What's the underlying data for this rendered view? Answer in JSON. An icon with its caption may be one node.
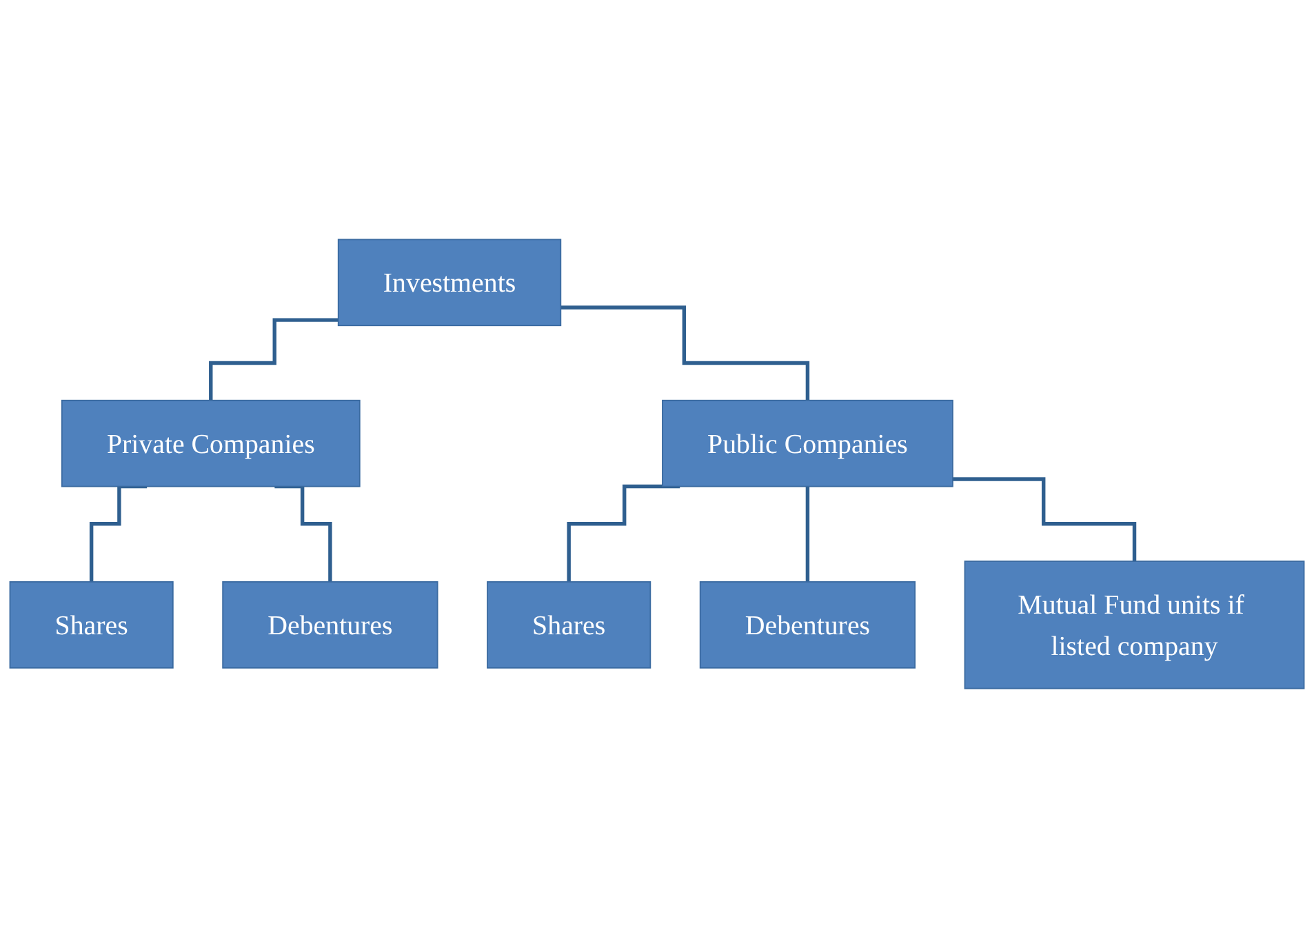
{
  "diagram": {
    "nodes": [
      {
        "text": [
          "Investments"
        ]
      },
      {
        "text": [
          "Private Companies"
        ]
      },
      {
        "text": [
          "Public Companies"
        ]
      },
      {
        "text": [
          "Shares"
        ]
      },
      {
        "text": [
          "Debentures"
        ]
      },
      {
        "text": [
          "Shares"
        ]
      },
      {
        "text": [
          "Debentures"
        ]
      },
      {
        "text": [
          "Mutual Fund units if listed company"
        ]
      }
    ],
    "edges": [
      {
        "from": 0,
        "to": 1,
        "arrow": "none"
      },
      {
        "from": 0,
        "to": 2,
        "arrow": "none"
      },
      {
        "from": 1,
        "to": 3,
        "arrow": "none"
      },
      {
        "from": 1,
        "to": 4,
        "arrow": "none"
      },
      {
        "from": 2,
        "to": 5,
        "arrow": "none"
      },
      {
        "from": 2,
        "to": 6,
        "arrow": "none"
      },
      {
        "from": 2,
        "to": 7,
        "arrow": "none"
      }
    ]
  }
}
